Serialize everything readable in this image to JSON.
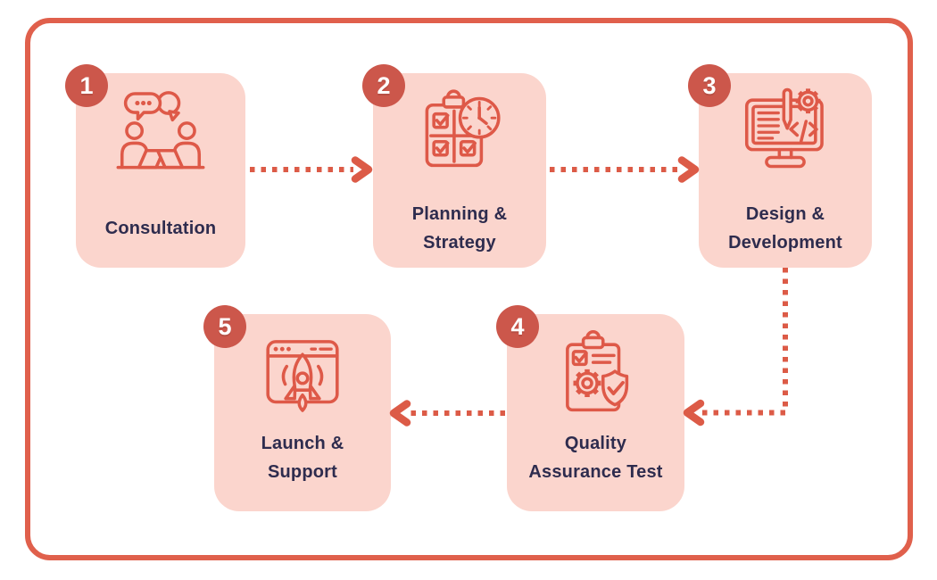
{
  "colors": {
    "frame_border": "#E0604C",
    "card_background": "#FBD5CD",
    "badge_background": "#CC574B",
    "badge_number": "#FFFFFF",
    "icon_stroke": "#DE5948",
    "arrow": "#DC5B47",
    "title_text": "#2E2C4E",
    "page_background": "#FFFFFF"
  },
  "steps": [
    {
      "number": "1",
      "title": "Consultation",
      "line1": "Consultation",
      "line2": "",
      "icon": "consultation-people-chat-icon"
    },
    {
      "number": "2",
      "title": "Planning & Strategy",
      "line1": "Planning &",
      "line2": "Strategy",
      "icon": "clipboard-checklist-clock-icon"
    },
    {
      "number": "3",
      "title": "Design & Development",
      "line1": "Design &",
      "line2": "Development",
      "icon": "monitor-pencil-gear-code-icon"
    },
    {
      "number": "4",
      "title": "Quality Assurance Test",
      "line1": "Quality",
      "line2": "Assurance Test",
      "icon": "clipboard-gear-shield-check-icon"
    },
    {
      "number": "5",
      "title": "Launch & Support",
      "line1": "Launch &",
      "line2": "Support",
      "icon": "browser-rocket-launch-icon"
    }
  ],
  "flow": {
    "type": "process",
    "connector_style": "dotted-arrow",
    "sequence": [
      {
        "from": "Consultation",
        "to": "Planning & Strategy"
      },
      {
        "from": "Planning & Strategy",
        "to": "Design & Development"
      },
      {
        "from": "Design & Development",
        "to": "Quality Assurance Test"
      },
      {
        "from": "Quality Assurance Test",
        "to": "Launch & Support"
      }
    ]
  }
}
